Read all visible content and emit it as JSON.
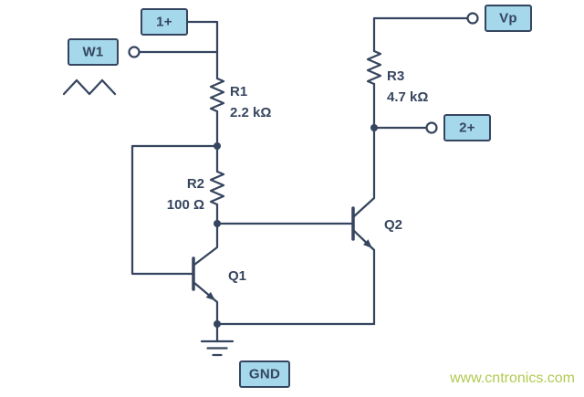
{
  "colors": {
    "wire": "#36455f",
    "text": "#36455f",
    "label_fill": "#a5d8ea",
    "watermark": "#b2ca52",
    "background": "#ffffff"
  },
  "terminals": {
    "w1": {
      "label": "W1"
    },
    "ch1": {
      "label": "1+"
    },
    "vp": {
      "label": "Vp"
    },
    "ch2": {
      "label": "2+"
    },
    "gnd": {
      "label": "GND"
    }
  },
  "components": {
    "r1": {
      "name": "R1",
      "value": "2.2 kΩ"
    },
    "r2": {
      "name": "R2",
      "value": "100 Ω"
    },
    "r3": {
      "name": "R3",
      "value": "4.7 kΩ"
    },
    "q1": {
      "name": "Q1"
    },
    "q2": {
      "name": "Q2"
    }
  },
  "icons": {
    "w1_waveform": "triangle-wave-icon",
    "ground": "earth-ground-icon"
  },
  "watermark": {
    "text": "www.cntronics.com"
  }
}
